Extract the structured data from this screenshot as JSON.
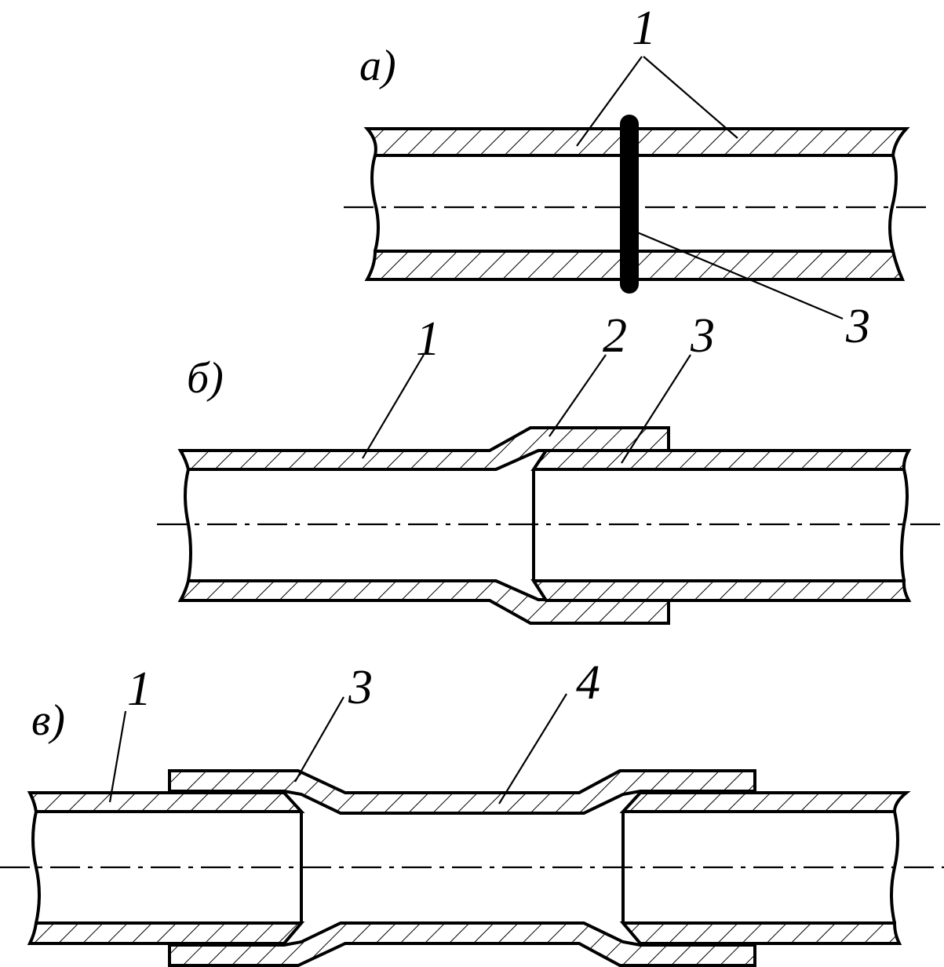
{
  "figure": {
    "panels": [
      {
        "id": "a",
        "label": "а)",
        "callouts": [
          "1",
          "3"
        ]
      },
      {
        "id": "b",
        "label": "б)",
        "callouts": [
          "1",
          "2",
          "3"
        ]
      },
      {
        "id": "v",
        "label": "в)",
        "callouts": [
          "1",
          "3",
          "4"
        ]
      }
    ]
  }
}
